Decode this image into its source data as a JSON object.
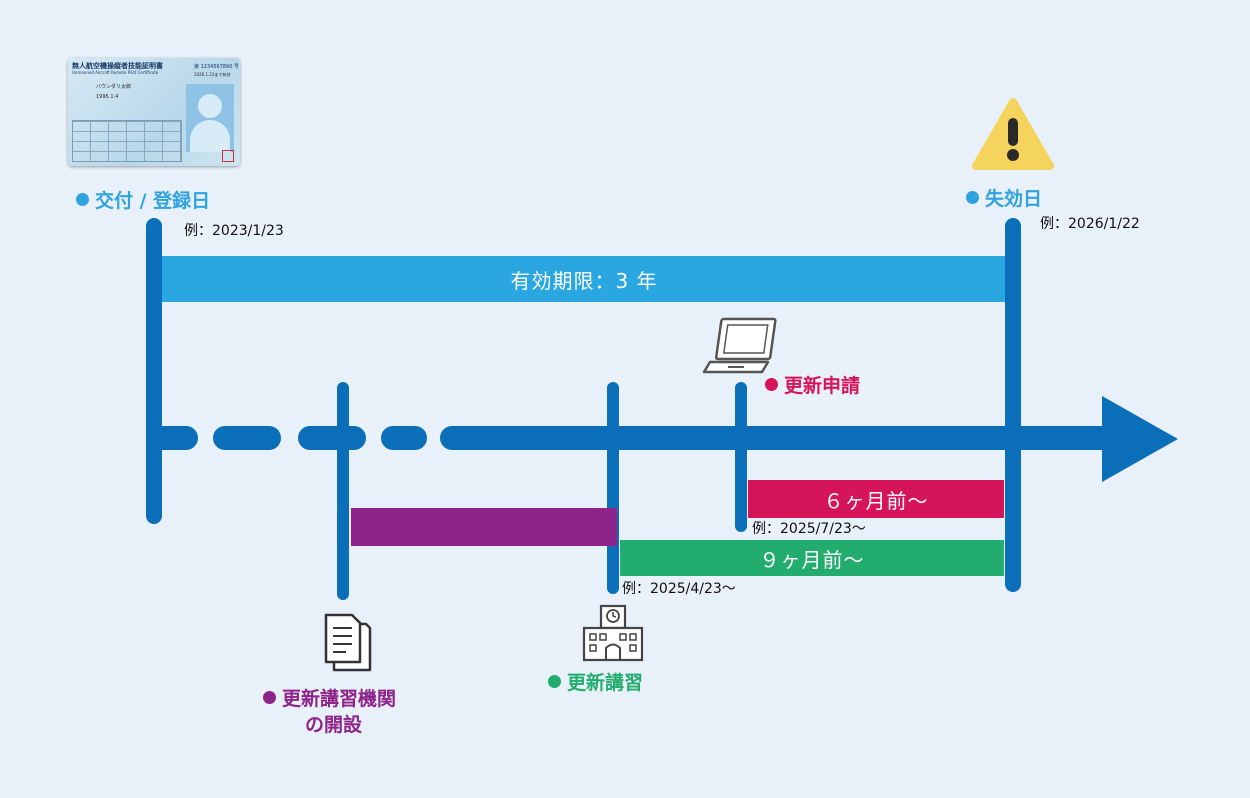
{
  "issue": {
    "label": "交付 / 登録日",
    "example": "例：2023/1/23",
    "color": "#2ea3e0"
  },
  "expiry": {
    "label": "失効日",
    "example": "例：2026/1/22",
    "color": "#2ea3e0"
  },
  "validity": {
    "label": "有効期限：3 年",
    "color": "#2aa7e1"
  },
  "renewal_application": {
    "label": "更新申請",
    "bar_label": "６ヶ月前〜",
    "example": "例：2025/7/23〜",
    "color": "#d6145a"
  },
  "renewal_course": {
    "label": "更新講習",
    "bar_label": "９ヶ月前〜",
    "example": "例：2025/4/23〜",
    "color": "#22ad6e"
  },
  "institution": {
    "label_line1": "更新講習機関",
    "label_line2": "の開設",
    "color": "#8e2389"
  },
  "axis_color": "#0a6fb8",
  "card": {
    "title": "無人航空機操縦者技能証明書",
    "subtitle": "Unmanned Aircraft Remote Pilot Certificate",
    "number_prefix": "第",
    "number": "1234567890",
    "number_suffix": "号",
    "name": "バウンダリ太郎",
    "dob": "1995.1.4",
    "expiry": "2026.1.22まで有効"
  },
  "icons": {
    "warning": "warning-icon",
    "laptop": "laptop-icon",
    "documents": "documents-icon",
    "building": "school-building-icon",
    "id_card": "license-card-icon"
  }
}
